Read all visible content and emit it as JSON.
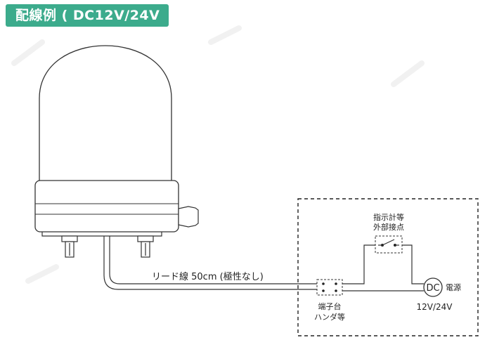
{
  "title": "配線例 ( DC12V/24V )",
  "colors": {
    "title_bg": "#3cab8c",
    "line": "#333333",
    "dashed_box": "#222222"
  },
  "labels": {
    "lead_wire": "リード線 50cm (極性なし)",
    "switch_line1": "指示計等",
    "switch_line2": "外部接点",
    "terminal_line1": "端子台",
    "terminal_line2": "ハンダ等",
    "dc_symbol": "DC",
    "power_label": "電源",
    "voltage": "12V/24V"
  }
}
